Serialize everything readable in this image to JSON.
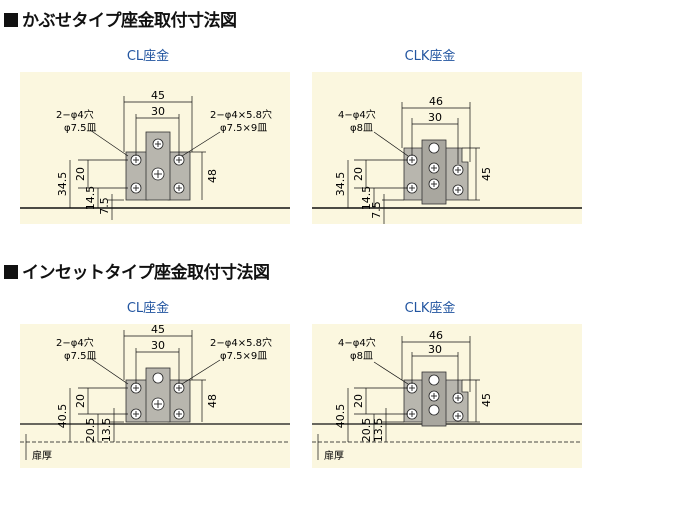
{
  "section_overlay": {
    "title": "かぶせタイプ座金取付寸法図"
  },
  "section_inset": {
    "title": "インセットタイプ座金取付寸法図"
  },
  "colors": {
    "panel_bg": "#fbf7df",
    "part_fill": "#b8b6ae",
    "label_blue": "#2255a0",
    "line": "#111111"
  },
  "panels": {
    "overlay_cl": {
      "label": "CL座金",
      "dim_overall_width": "45",
      "dim_hole_pitch": "30",
      "note_left_1": "2−φ4穴",
      "note_left_2": "φ7.5皿",
      "note_right_1": "2−φ4×5.8穴",
      "note_right_2": "φ7.5×9皿",
      "dim_height": "48",
      "dim_v1": "34.5",
      "dim_v2": "20",
      "dim_v3": "14.5",
      "dim_v4": "7.5"
    },
    "overlay_clk": {
      "label": "CLK座金",
      "dim_overall_width": "46",
      "dim_hole_pitch": "30",
      "note_left_1": "4−φ4穴",
      "note_left_2": "φ8皿",
      "dim_height": "45",
      "dim_v1": "34.5",
      "dim_v2": "20",
      "dim_v3": "14.5",
      "dim_v4": "7.5"
    },
    "inset_cl": {
      "label": "CL座金",
      "dim_overall_width": "45",
      "dim_hole_pitch": "30",
      "note_left_1": "2−φ4穴",
      "note_left_2": "φ7.5皿",
      "note_right_1": "2−φ4×5.8穴",
      "note_right_2": "φ7.5×9皿",
      "dim_height": "48",
      "dim_v1": "40.5",
      "dim_v2": "20",
      "dim_v3": "20.5",
      "dim_v4": "13.5",
      "door_label": "扉厚"
    },
    "inset_clk": {
      "label": "CLK座金",
      "dim_overall_width": "46",
      "dim_hole_pitch": "30",
      "note_left_1": "4−φ4穴",
      "note_left_2": "φ8皿",
      "dim_height": "45",
      "dim_v1": "40.5",
      "dim_v2": "20",
      "dim_v3": "20.5",
      "dim_v4": "13.5",
      "door_label": "扉厚"
    }
  }
}
